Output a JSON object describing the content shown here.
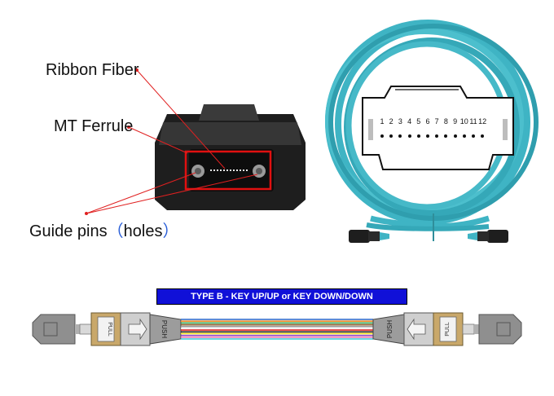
{
  "labels": {
    "ribbon_fiber": "Ribbon Fiber",
    "mt_ferrule": "MT Ferrule",
    "guide_pins": "Guide pins",
    "paren_open": "（",
    "holes": "holes",
    "paren_close": "）"
  },
  "connector_face": {
    "fiber_numbers": [
      "1",
      "2",
      "3",
      "4",
      "5",
      "6",
      "7",
      "8",
      "9",
      "10",
      "11",
      "12"
    ]
  },
  "banner": {
    "text": "TYPE B - KEY UP/UP or KEY DOWN/DOWN",
    "color": "#1010d8"
  },
  "connector_labels": {
    "pull": "PULL",
    "push": "PUSH"
  },
  "colors": {
    "cable": "#3fb4c4",
    "connector_body": "#2a2a2a",
    "callout_line": "#e02020",
    "highlight_box": "#e01010"
  },
  "ribbon_colors": [
    "#2a66c8",
    "#f08a24",
    "#27a04a",
    "#8a5a2a",
    "#9a9a9a",
    "#f2f2f2",
    "#e02424",
    "#222222",
    "#f2e020",
    "#8a3ac8",
    "#f07ab0",
    "#36c8d8"
  ]
}
